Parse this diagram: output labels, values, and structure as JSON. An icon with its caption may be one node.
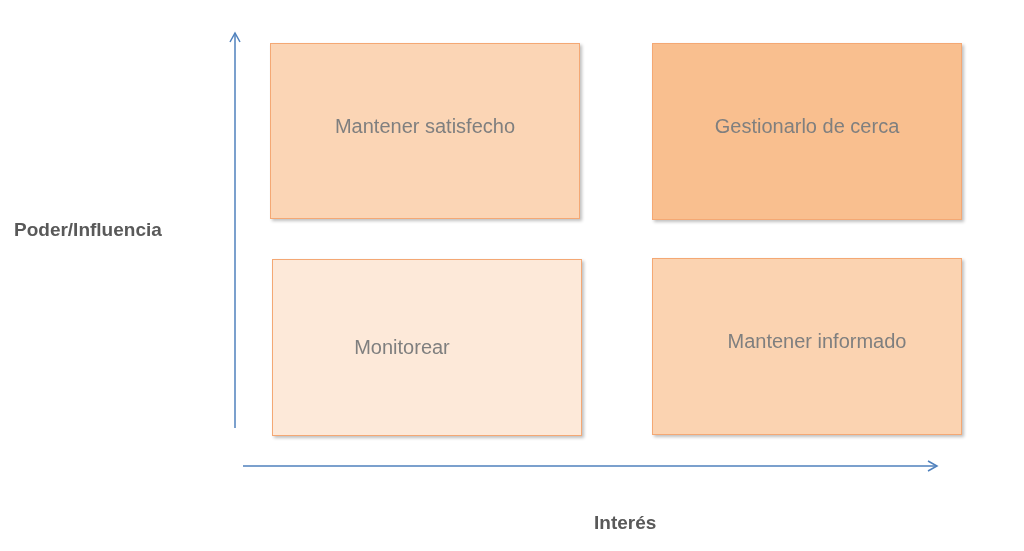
{
  "diagram": {
    "nodes": [
      {
        "text": [
          "Mantener satisfecho"
        ]
      },
      {
        "text": [
          "Gestionarlo de cerca"
        ]
      },
      {
        "text": [
          "Monitorear"
        ]
      },
      {
        "text": [
          "Mantener informado"
        ]
      }
    ],
    "labels": [
      "Poder/Influencia",
      "Interés"
    ]
  }
}
